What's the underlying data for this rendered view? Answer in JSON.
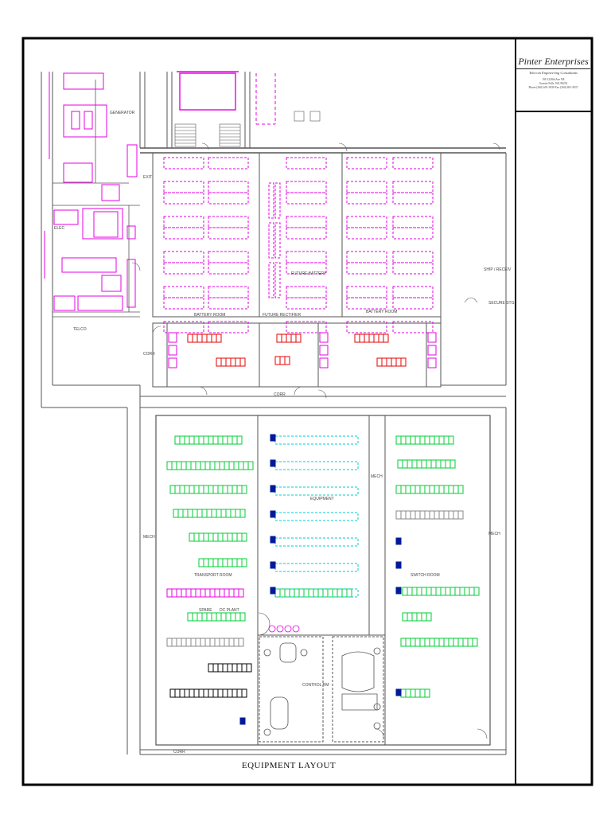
{
  "title_block": {
    "company": "Pinter Enterprises",
    "tagline": "Telecom Engineering Consultants",
    "address_line1": "1910 228th Ave NE",
    "address_line2": "Granite Falls, WA 98252",
    "phone_line": "Phone (360) 691-3838    Fax (360) 691-3837"
  },
  "sheet_title": "EQUIPMENT LAYOUT",
  "rooms": {
    "generator": "GENERATOR",
    "elec": "ELEC",
    "telco": "TELCO",
    "battery_room_1": "BATTERY ROOM",
    "future_rectifier": "FUTURE RECTIFIER",
    "battery_room_2": "BATTERY ROOM",
    "future_battery": "FUTURE BATTERY",
    "shipping_receiving": "SHIP / RECEIV",
    "secure_stg": "SECURE STG",
    "corr_top": "CORR",
    "corr_left": "CORR",
    "corr_bottom": "CORR",
    "transport_room": "TRANSPORT ROOM",
    "mech_left": "MECH",
    "mech_mid": "MECH",
    "mech_right": "MECH",
    "equipment_room": "EQUIPMENT",
    "switch_room": "SWITCH ROOM",
    "control_rm": "CONTROL RM",
    "exit": "EXIT",
    "spare": "SPARE",
    "dc_plant": "DC PLANT"
  },
  "colors": {
    "frame": "#000000",
    "wall": "#555555",
    "magenta": "#e600e6",
    "red": "#e60000",
    "green": "#00cc33",
    "cyan": "#00cccc",
    "navy": "#001a99",
    "grey": "#888888"
  }
}
